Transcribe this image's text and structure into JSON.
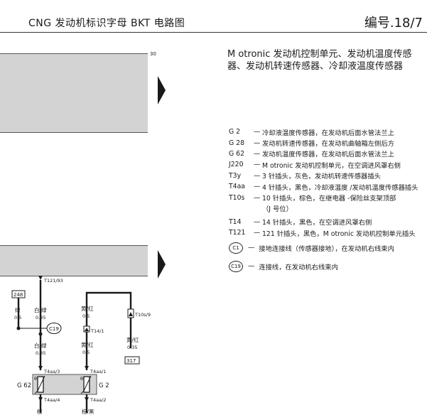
{
  "header": {
    "title": "CNG 发动机标识字母 BKT 电路图",
    "number": "编号.18/7"
  },
  "top_panel": {
    "ref": "30"
  },
  "main_title": "M otronic 发动机控制单元、发动机温度传感器、发动机转速传感器、冷却液温度传感器",
  "legend": [
    {
      "code": "G 2",
      "text": "冷却液温度传感器，在发动机后面水管法兰上"
    },
    {
      "code": "G 28",
      "text": "发动机转速传感器，在发动机曲轴箱左侧后方"
    },
    {
      "code": "G 62",
      "text": "发动机温度传感器，在发动机后面水管法兰上"
    },
    {
      "code": "J220",
      "text": "M otronic 发动机控制单元，在空调进风罩右侧"
    },
    {
      "code": "T3y",
      "text": "3 针插头，灰色，发动机转速传感器插头"
    },
    {
      "code": "T4aa",
      "text": "4 针插头，黑色，冷却液温度 /发动机温度传感器插头"
    },
    {
      "code": "T10s",
      "text": "10 针插头，棕色，在继电器 -保险丝支架顶部",
      "cont": "（J 号位）"
    },
    {
      "code": "T14",
      "text": "14 针插头，黑色，在空调进风罩右侧"
    },
    {
      "code": "T121",
      "text": "121 针插头，黑色，M otronic 发动机控制单元插头"
    }
  ],
  "circle_legend": [
    {
      "code": "C1",
      "text": "接地连接线（传感器接地），在发动机右线束内"
    },
    {
      "code": "C19",
      "text": "连接线，在发动机右线束内"
    }
  ],
  "diagram": {
    "t121_label": "T121/93",
    "box_248": "248",
    "box_317": "317",
    "wire_a_color": "绿",
    "wire_a_size": "0.5",
    "wire_b_color": "白/绿",
    "wire_b_size": "0.35",
    "wire_b2_color": "白/绿",
    "wire_b2_size": "0.35",
    "c19_label": "C19",
    "wire_c_color": "黄/红",
    "wire_c_size": "0.5",
    "t14_label": "T14/1",
    "wire_c2_color": "黄/红",
    "wire_c2_size": "0.5",
    "t10s_label": "T10s/9",
    "wire_d_color": "黄/红",
    "wire_d_size": "0.35",
    "t4aa3_label": "T4aa/3",
    "t4aa1_label": "T4aa/1",
    "t4aa4_label": "T4aa/4",
    "t4aa2_label": "T4aa/2",
    "g62_label": "G 62",
    "g2_label": "G 2",
    "theta": "θ",
    "bot_left": "棕",
    "bot_right": "棕/黑"
  }
}
